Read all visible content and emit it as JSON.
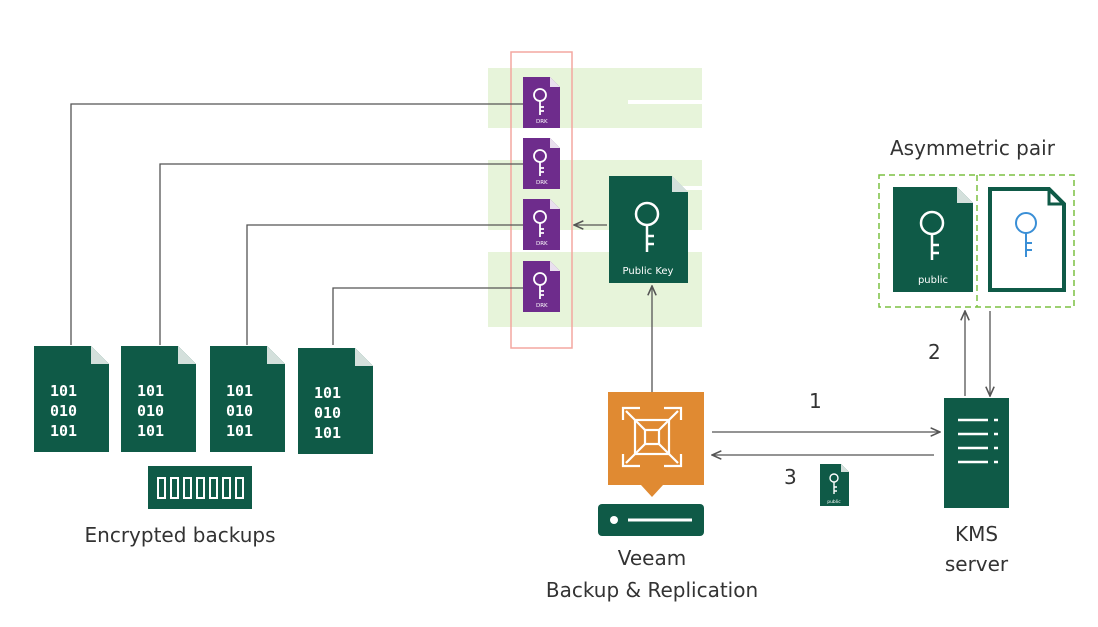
{
  "labels": {
    "asymmetric_pair": "Asymmetric pair",
    "encrypted_backups": "Encrypted backups",
    "veeam_line1": "Veeam",
    "veeam_line2": "Backup & Replication",
    "kms_line1": "KMS",
    "kms_line2": "server"
  },
  "steps": [
    "1",
    "2",
    "3"
  ],
  "icons": {
    "public_key": {
      "caption": "Public Key"
    },
    "asym_public": {
      "caption": "public"
    },
    "small_public": {
      "caption": "public"
    },
    "drk_label": "DRK"
  },
  "backup_file": {
    "lines": [
      "101",
      "010",
      "101"
    ]
  },
  "colors": {
    "dark_green": "#0f5a47",
    "purple": "#6e2c8c",
    "orange": "#e08a32",
    "light_green": "#e7f4da",
    "dashed_green": "#7cc142",
    "red_box": "#f4a7a0",
    "key_blue": "#3a8fd6",
    "line": "#555555"
  }
}
